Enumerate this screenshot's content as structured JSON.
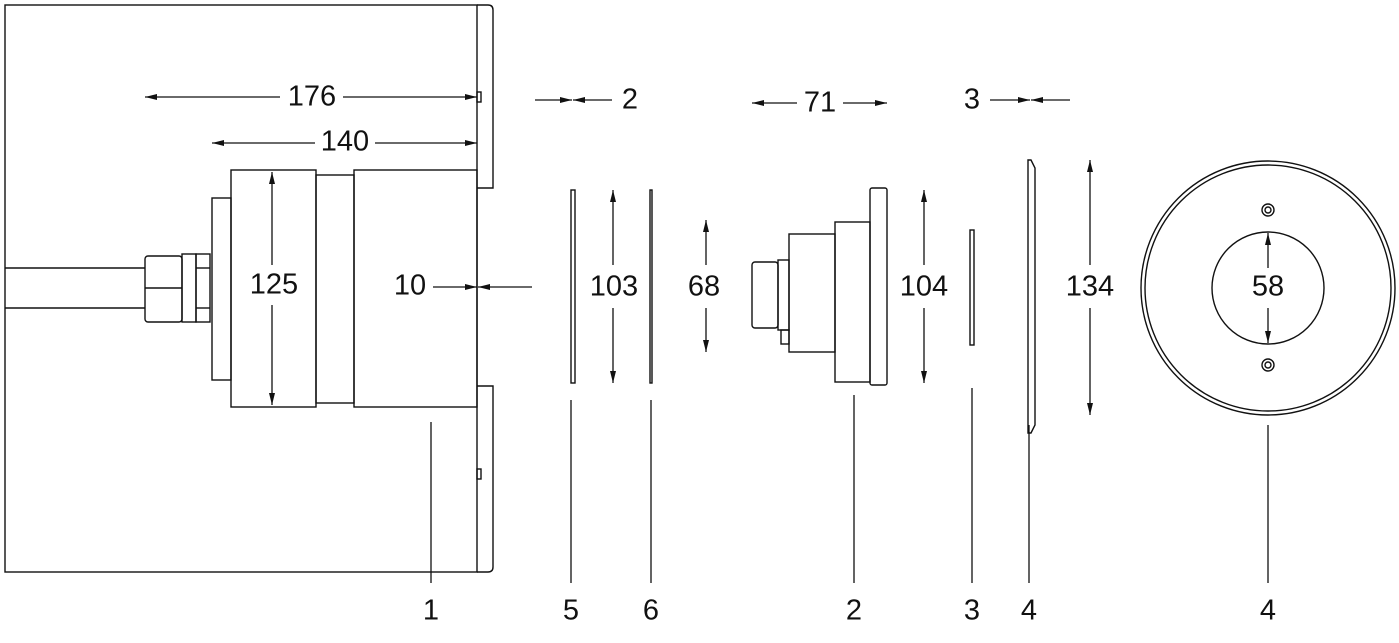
{
  "dimensions": {
    "overall_depth": "176",
    "housing_depth": "140",
    "plate_thickness": "2",
    "housing_diameter": "125",
    "wall_offset": "10",
    "gasket_diameter": "103",
    "seal_diameter": "68",
    "module_depth": "71",
    "module_flange_diameter": "104",
    "ring_thickness": "3",
    "cover_diameter": "134",
    "cover_opening_diameter": "58"
  },
  "part_labels": {
    "housing": "1",
    "gasket": "5",
    "seal": "6",
    "module": "2",
    "ring": "3",
    "cover_side": "4",
    "cover_front": "4"
  },
  "colors": {
    "line": "#111111",
    "background": "#ffffff"
  }
}
